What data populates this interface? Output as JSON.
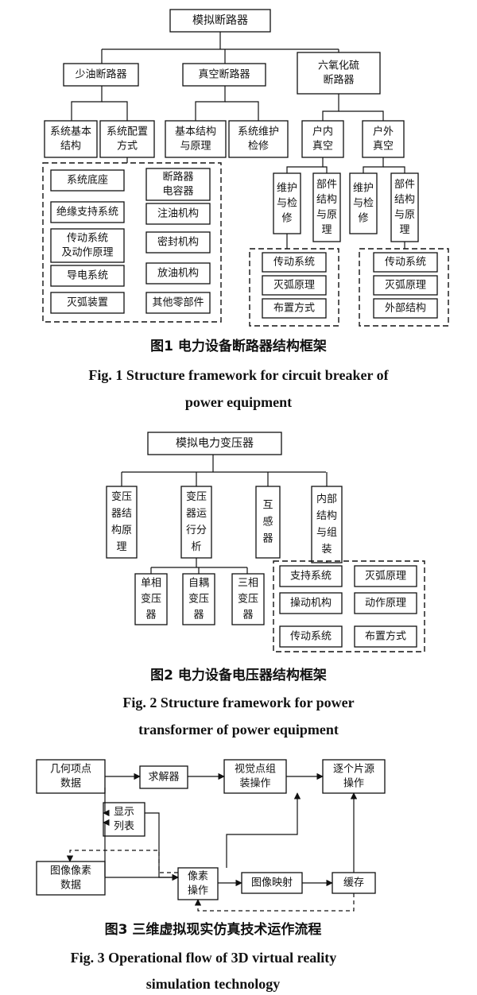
{
  "fig1": {
    "root": "模拟断路器",
    "oil": "少油断路器",
    "vacuum": "真空断路器",
    "sf6": [
      "六氧化硫",
      "断路器"
    ],
    "sys_basic": [
      "系统基本",
      "结构"
    ],
    "sys_config": [
      "系统配置",
      "方式"
    ],
    "basic_struct": [
      "基本结构",
      "与原理"
    ],
    "sys_maint": [
      "系统维护",
      "检修"
    ],
    "indoor": [
      "户内",
      "真空"
    ],
    "outdoor": [
      "户外",
      "真空"
    ],
    "maint_in": [
      "维护",
      "与检",
      "修"
    ],
    "parts_in": [
      "部件",
      "结构",
      "与原",
      "理"
    ],
    "maint_out": [
      "维护",
      "与检",
      "修"
    ],
    "parts_out": [
      "部件",
      "结构",
      "与原",
      "理"
    ],
    "group_left": [
      "系统底座",
      "绝缘支持系统",
      [
        "传动系统",
        "及动作原理"
      ],
      "导电系统",
      "灭弧装置"
    ],
    "group_right": [
      [
        "断路器",
        "电容器"
      ],
      "注油机构",
      "密封机构",
      "放油机构",
      "其他零部件"
    ],
    "group_in": [
      "传动系统",
      "灭弧原理",
      "布置方式"
    ],
    "group_out": [
      "传动系统",
      "灭弧原理",
      "外部结构"
    ],
    "caption_cn": "图1  电力设备断路器结构框架",
    "caption_en": [
      "Fig. 1  Structure framework for circuit breaker of",
      "power equipment"
    ]
  },
  "fig2": {
    "root": "模拟电力变压器",
    "col1": [
      "变压",
      "器结",
      "构原",
      "理"
    ],
    "col2": [
      "变压",
      "器运",
      "行分",
      "析"
    ],
    "col3": [
      "互",
      "感",
      "器"
    ],
    "col4": [
      "内部",
      "结构",
      "与组",
      "装"
    ],
    "single": [
      "单相",
      "变压",
      "器"
    ],
    "auto": [
      "自耦",
      "变压",
      "器"
    ],
    "three": [
      "三相",
      "变压",
      "器"
    ],
    "group": [
      "支持系统",
      "灭弧原理",
      "操动机构",
      "动作原理",
      "传动系统",
      "布置方式"
    ],
    "caption_cn": "图2  电力设备电压器结构框架",
    "caption_en": [
      "Fig. 2  Structure framework for power",
      "transformer of power equipment"
    ]
  },
  "fig3": {
    "geom": [
      "几何项点",
      "数据"
    ],
    "solver": "求解器",
    "visual": [
      "视觉点组",
      "装操作"
    ],
    "source": [
      "逐个片源",
      "操作"
    ],
    "display": [
      "显示",
      "列表"
    ],
    "image": [
      "图像像素",
      "数据"
    ],
    "pixel": [
      "像素",
      "操作"
    ],
    "mapping": "图像映射",
    "cache": "缓存",
    "caption_cn": "图3  三维虚拟现实仿真技术运作流程",
    "caption_en": [
      "Fig. 3  Operational flow of 3D virtual reality",
      "simulation technology"
    ]
  }
}
